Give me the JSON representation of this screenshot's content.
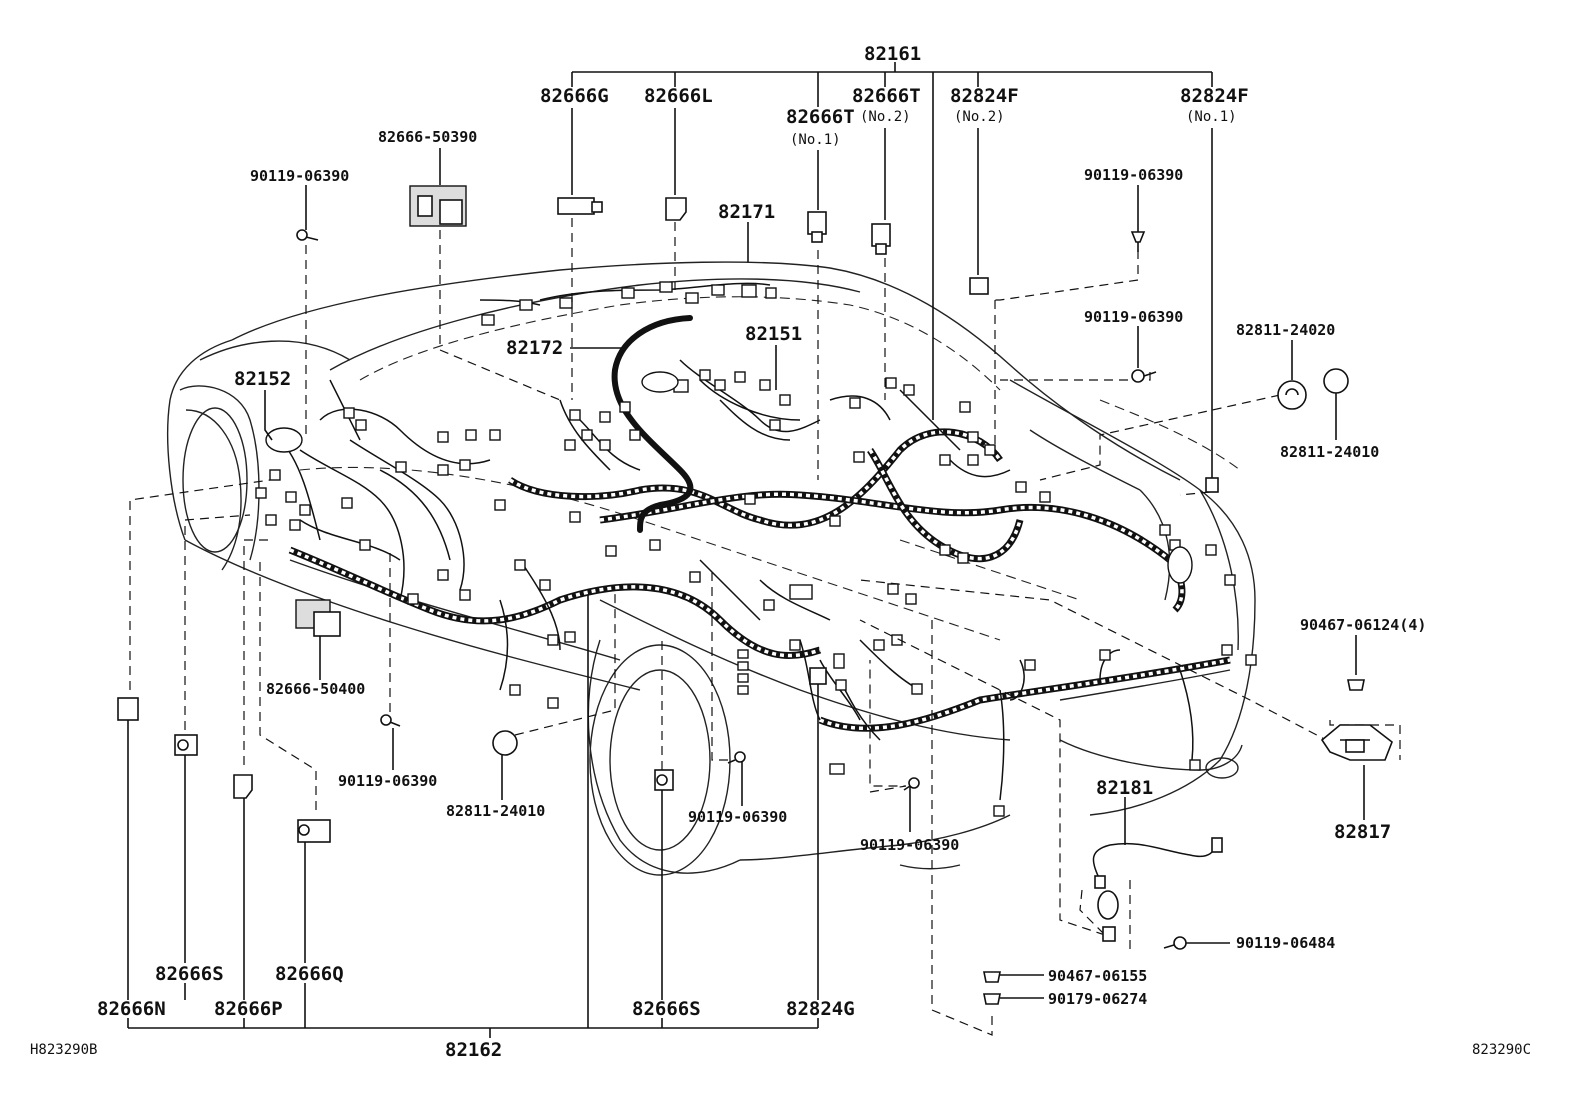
{
  "labels": {
    "p82161": "82161",
    "p82666G": "82666G",
    "p82666L": "82666L",
    "p82666T_no1": "82666T",
    "p82666T_no1_sub": "(No.1)",
    "p82666T_no2": "82666T",
    "p82666T_no2_sub": "(No.2)",
    "p82824F_no2": "82824F",
    "p82824F_no2_sub": "(No.2)",
    "p82824F_no1": "82824F",
    "p82824F_no1_sub": "(No.1)",
    "p82666_50390": "82666-50390",
    "p90119_06390_a": "90119-06390",
    "p82171": "82171",
    "p90119_06390_b": "90119-06390",
    "p90119_06390_c": "90119-06390",
    "p82811_24020": "82811-24020",
    "p82811_24010_a": "82811-24010",
    "p82172": "82172",
    "p82151": "82151",
    "p82152": "82152",
    "p90467_06124": "90467-06124(4)",
    "p82666_50400": "82666-50400",
    "p90119_06390_d": "90119-06390",
    "p82811_24010_b": "82811-24010",
    "p90119_06390_e": "90119-06390",
    "p90119_06390_f": "90119-06390",
    "p82181": "82181",
    "p82817": "82817",
    "p90119_06484": "90119-06484",
    "p90467_06155": "90467-06155",
    "p90179_06274": "90179-06274",
    "p82666S_a": "82666S",
    "p82666Q": "82666Q",
    "p82666N": "82666N",
    "p82666P": "82666P",
    "p82666S_b": "82666S",
    "p82824G": "82824G",
    "p82162": "82162",
    "ref_left": "H823290B",
    "ref_right": "823290C"
  }
}
